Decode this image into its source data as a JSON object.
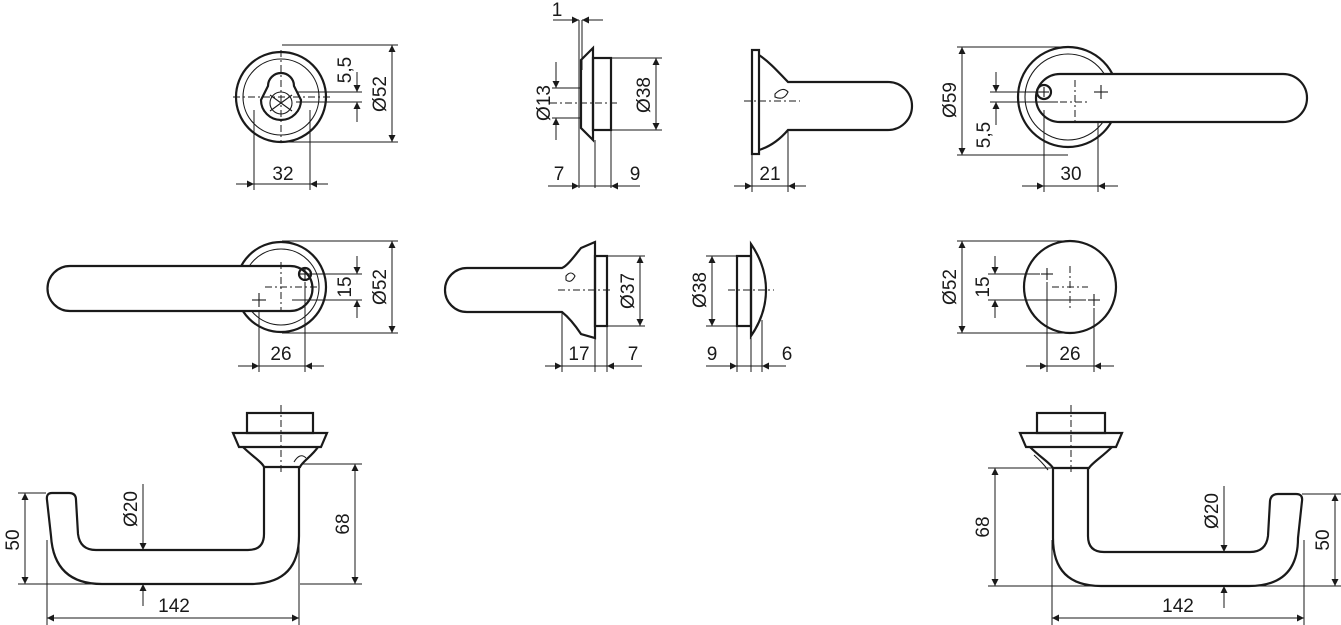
{
  "dimensions": {
    "rosette_cyl_top": {
      "offset": "5,5",
      "diameter": "Ø52",
      "hole_spacing": "32"
    },
    "side_cyl_rosette": {
      "thickness": "1",
      "inner_diameter": "Ø13",
      "outer_diameter": "Ø38",
      "left_depth": "7",
      "right_depth": "9"
    },
    "side_lever_top": {
      "depth": "21"
    },
    "lever_rosette_top_right": {
      "diameter": "Ø59",
      "offset": "5,5",
      "hole_spacing": "30"
    },
    "lever_rosette_mid_left": {
      "offset": "15",
      "diameter": "Ø52",
      "hole_spacing": "26"
    },
    "side_lever_mid": {
      "diameter": "Ø37",
      "left_depth": "17",
      "right_depth": "7"
    },
    "side_blind_rosette": {
      "diameter": "Ø38",
      "left_depth": "9",
      "right_depth": "6"
    },
    "blind_rosette_front": {
      "diameter": "Ø52",
      "offset": "15",
      "hole_spacing": "26"
    },
    "lever_left": {
      "diameter": "Ø20",
      "height": "50",
      "projection": "68",
      "length": "142"
    },
    "lever_right": {
      "diameter": "Ø20",
      "height": "50",
      "projection": "68",
      "length": "142"
    }
  }
}
